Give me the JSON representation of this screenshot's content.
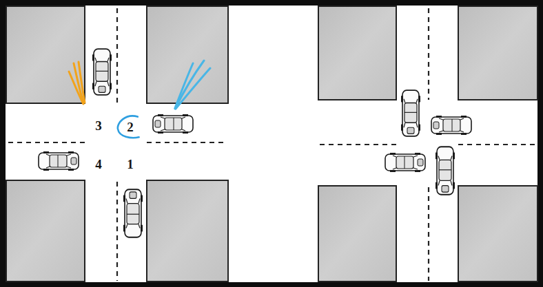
{
  "diagram": {
    "nodes": [
      {
        "text": [
          "2"
        ]
      }
    ],
    "labels": [
      "3",
      "4",
      "1"
    ]
  }
}
